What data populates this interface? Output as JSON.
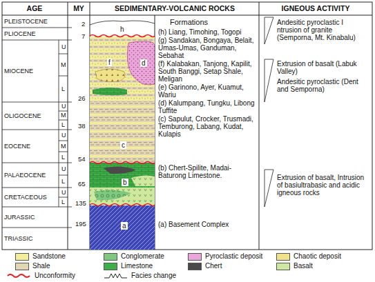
{
  "diagram": {
    "labels": [
      "AGE",
      "MY",
      "SEDIMENTARY-VOLCANIC ROCKS",
      "IGNEOUS ACTIVITY",
      "PLEISTOCENE",
      "PLIOCENE",
      "MIOCENE",
      "U",
      "M",
      "L",
      "OLIGOCENE",
      "U",
      "M",
      "L",
      "EOCENE",
      "U",
      "M",
      "L",
      "PALAEOCENE",
      "U",
      "L",
      "CRETACEOUS",
      "U",
      "L",
      "JURASSIC",
      "TRIASSIC",
      "2",
      "7",
      "26",
      "38",
      "54",
      "65",
      "135",
      "195",
      "h",
      "f",
      "d",
      "c",
      "b",
      "a",
      "Formations",
      "(h) Liang, Timohing, Togopi",
      "(g) Sandakan, Bongaya, Belait, Umas-Umas, Ganduman, Sebahat",
      "(f) Kalabakan, Tanjong, Kapilit, South Banggi, Setap Shale, Meligan",
      "(e) Garinono, Ayer, Kuamut, Wariu",
      "(d) Kalumpang, Tungku, Libong Tuffite",
      "(c) Sapulut, Crocker, Trusmadi, Temburong, Labang, Kudat, Kulapis",
      "(b) Chert-Spilite, Madai-Baturong Limestone.",
      "(a) Basement Complex",
      "Andesitic pyroclastic I ntrusion of granite (Semporna, Mt. Kinabalu)",
      "Extrusion of basalt (Labuk Valley)",
      "Andesitic pyroclastic (Dent and Semporna)",
      "Extrusion of basalt, Intrusion of basiultrabasic and acidic igneous rocks"
    ],
    "legend": [
      {
        "text": "Sandstone",
        "color": "#f2ee9c"
      },
      {
        "text": "Conglomerate",
        "color": "#7fc87f"
      },
      {
        "text": "Pyroclastic deposit",
        "color": "#e9a6d9"
      },
      {
        "text": "Chaotic deposit",
        "color": "#f0e28a"
      },
      {
        "text": "Shale",
        "color": "#e3d6b6"
      },
      {
        "text": "Limestone",
        "color": "#3fae49"
      },
      {
        "text": "Chert",
        "color": "#4a4a4a"
      },
      {
        "text": "Basalt",
        "color": "#cfe8a0"
      },
      {
        "text": "Unconformity"
      },
      {
        "text": "Facies change"
      }
    ]
  }
}
